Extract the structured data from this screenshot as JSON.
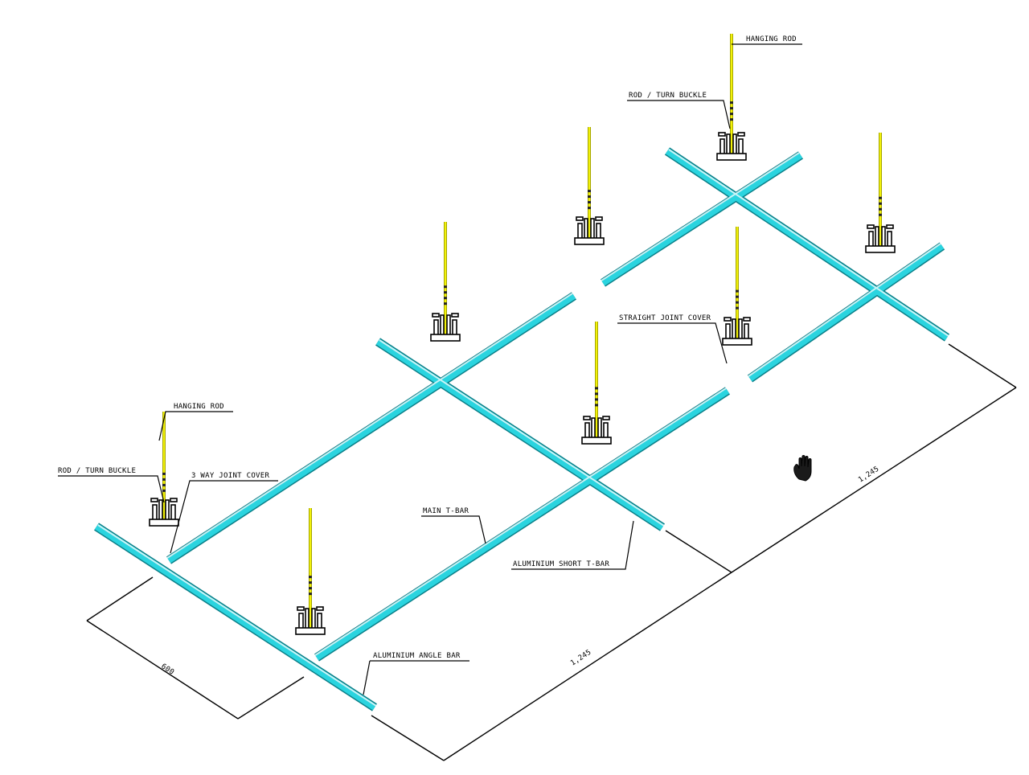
{
  "labels": {
    "hanging_rod_top": "HANGING ROD",
    "rod_turn_buckle_top": "ROD / TURN BUCKLE",
    "hanging_rod_left": "HANGING ROD",
    "rod_turn_buckle_left": "ROD / TURN BUCKLE",
    "three_way_joint_cover": "3 WAY JOINT COVER",
    "straight_joint_cover": "STRAIGHT JOINT COVER",
    "main_t_bar": "MAIN T-BAR",
    "aluminium_short_t_bar": "ALUMINIUM SHORT T-BAR",
    "aluminium_angle_bar": "ALUMINIUM ANGLE BAR"
  },
  "dimensions": {
    "width_short": "600",
    "length_front": "1,245",
    "length_right": "1,245"
  },
  "colors": {
    "bar": "#2ad4df",
    "bar_dark": "#0a7f88",
    "rod": "#f2f20a",
    "line": "#000000"
  },
  "icons": [
    "hand-cursor-icon"
  ]
}
